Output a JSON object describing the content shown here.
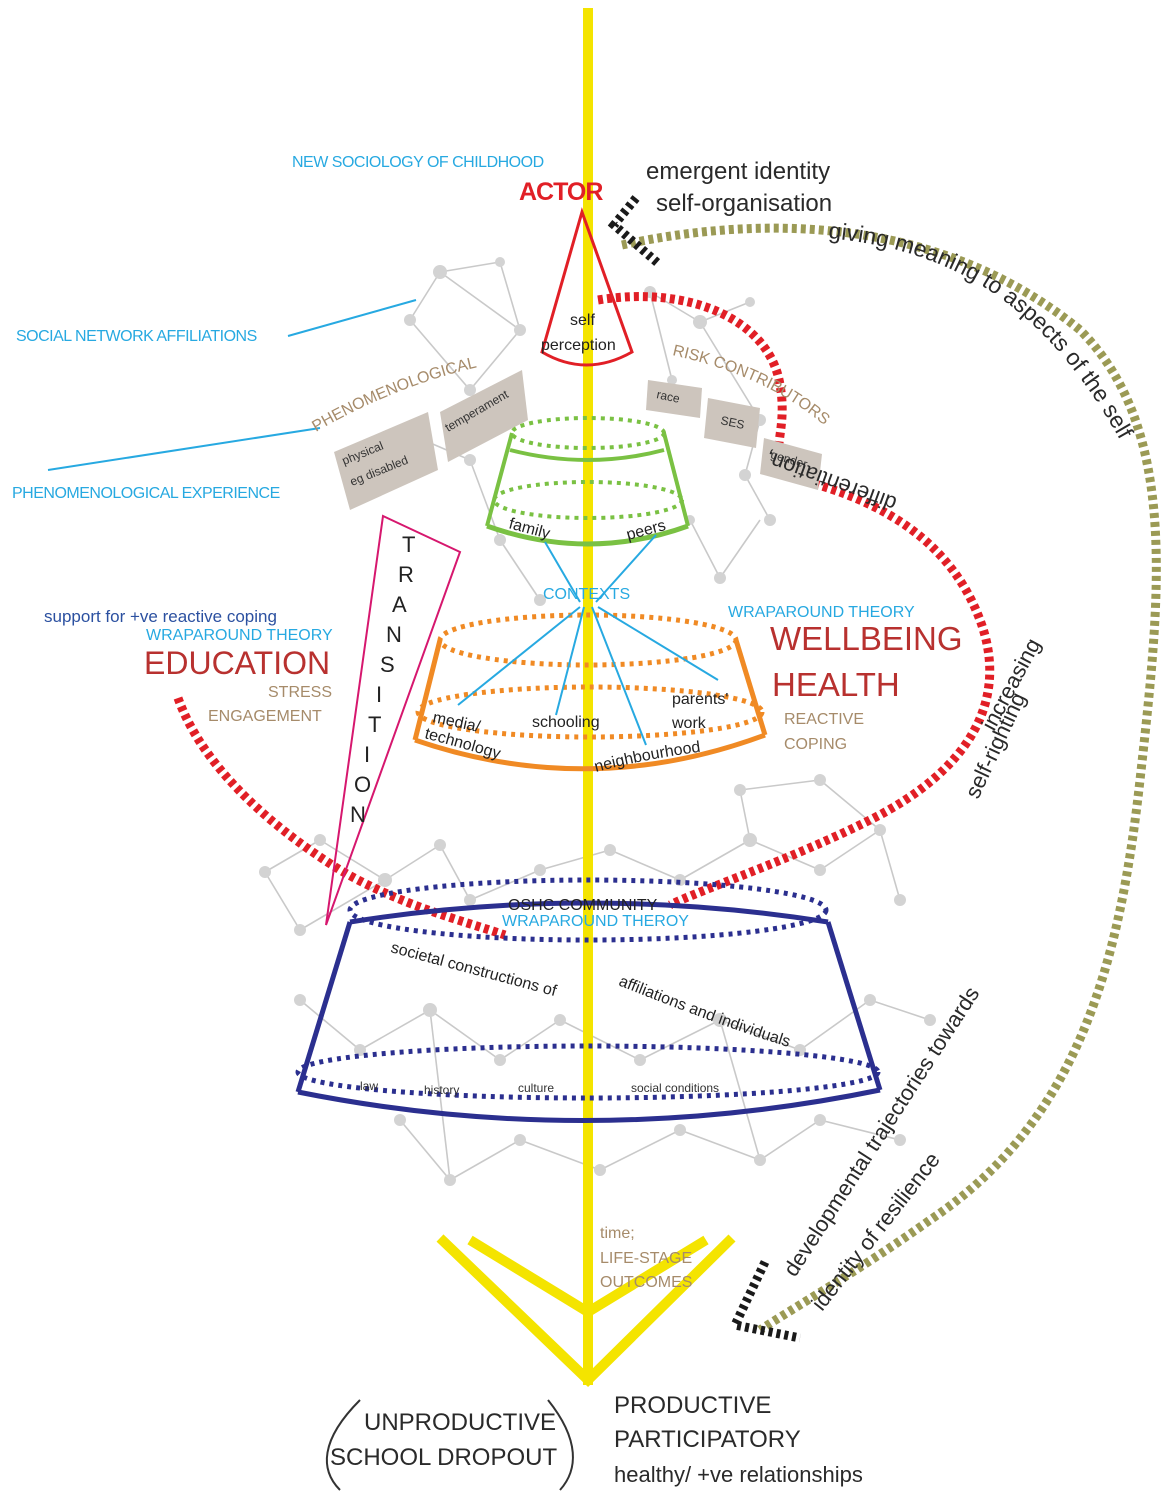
{
  "colors": {
    "axis": "#f4e400",
    "actor": "#e11f26",
    "context_green": "#7ac143",
    "context_orange": "#f08a24",
    "community_blue": "#2b2f8f",
    "theory_blue": "#27a9e1",
    "risk_brown": "#a68b6a",
    "dark_red": "#b8312f",
    "olive": "#9b9a55",
    "transition_pink": "#d6176e"
  },
  "labels": {
    "new_sociology": "NEW SOCIOLOGY OF CHILDHOOD",
    "actor": "ACTOR",
    "emergent_identity": "emergent identity",
    "self_organisation": "self-organisation",
    "giving_meaning": "giving meaning to aspects of the self",
    "social_network": "SOCIAL NETWORK AFFILIATIONS",
    "self": "self",
    "perception": "perception",
    "phenomenological": "PHENOMENOLOGICAL",
    "physical": "physical",
    "eg_disabled": "eg disabled",
    "temperament": "temperament",
    "risk_contributors": "RISK CONTRIBUTORS",
    "race": "race",
    "ses": "SES",
    "gender": "gender",
    "phenomenological_experience": "PHENOMENOLOGICAL EXPERIENCE",
    "differentiation": "differentiation,",
    "increasing": "increasing",
    "self_righting": "self-righting",
    "family": "family",
    "peers": "peers",
    "transition": [
      "T",
      "R",
      "A",
      "N",
      "S",
      "I",
      "T",
      "I",
      "O",
      "N"
    ],
    "contexts": "CONTEXTS",
    "support_coping": "support for +ve reactive coping",
    "wraparound_left": "WRAPAROUND THEORY",
    "education": "EDUCATION",
    "stress": "STRESS",
    "engagement": "ENGAGEMENT",
    "wraparound_right": "WRAPAROUND THEORY",
    "wellbeing": "WELLBEING",
    "health": "HEALTH",
    "reactive": "REACTIVE",
    "coping": "COPING",
    "media": "media/",
    "technology": "technology",
    "schooling": "schooling",
    "parents": "parents'",
    "work": "work",
    "neighbourhood": "neighbourhood",
    "oshc": "OSHC COMMUNITY",
    "wraparound_theroy": "WRAPAROUND THEROY",
    "societal": "societal constructions of",
    "affiliations": "affiliations and individuals",
    "law": "law",
    "history": "history",
    "culture": "culture",
    "social_conditions": "social conditions",
    "developmental": "developmental trajectories towards",
    "identity_resilience": "identity of resilience",
    "time": "time;",
    "life_stage": "LIFE-STAGE",
    "outcomes": "OUTCOMES",
    "unproductive": "UNPRODUCTIVE",
    "school_dropout": "SCHOOL DROPOUT",
    "productive": "PRODUCTIVE",
    "participatory": "PARTICIPATORY",
    "healthy": "healthy/ +ve relationships"
  }
}
